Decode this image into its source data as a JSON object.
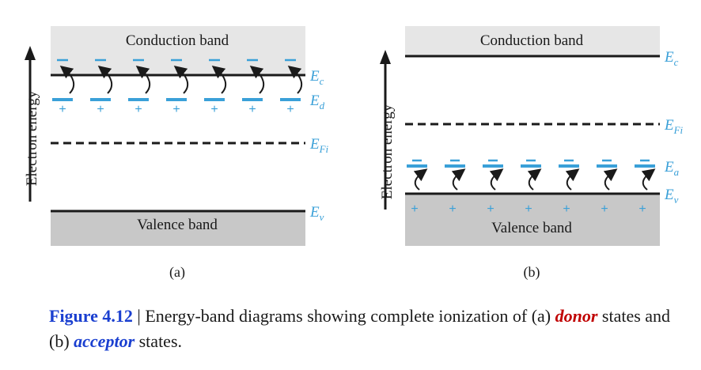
{
  "panel_a": {
    "conduction_band": "Conduction band",
    "valence_band": "Valence band",
    "axis_label": "Electron energy",
    "panel_label": "(a)",
    "levels": {
      "ec": {
        "main": "E",
        "sub": "c"
      },
      "ed": {
        "main": "E",
        "sub": "d"
      },
      "efi": {
        "main": "E",
        "sub": "Fi"
      },
      "ev": {
        "main": "E",
        "sub": "v"
      }
    },
    "ion_sign": "+",
    "electron_sign": "−",
    "state_count": 7
  },
  "panel_b": {
    "conduction_band": "Conduction band",
    "valence_band": "Valence band",
    "axis_label": "Electron energy",
    "panel_label": "(b)",
    "levels": {
      "ec": {
        "main": "E",
        "sub": "c"
      },
      "efi": {
        "main": "E",
        "sub": "Fi"
      },
      "ea": {
        "main": "E",
        "sub": "a"
      },
      "ev": {
        "main": "E",
        "sub": "v"
      }
    },
    "ion_sign": "−",
    "hole_sign": "+",
    "state_count": 7
  },
  "caption": {
    "figure_number": "Figure 4.12",
    "separator": " | ",
    "text_1": "Energy-band diagrams showing complete ionization of (a) ",
    "donor": "donor",
    "text_2": " states and (b) ",
    "acceptor": "acceptor",
    "text_3": " states."
  },
  "colors": {
    "accent": "#3aa0d8",
    "band_fill_top": "#e6e6e6",
    "band_fill_bottom": "#c8c8c8",
    "caption_blue": "#1a3fd0",
    "caption_red": "#c00000"
  }
}
